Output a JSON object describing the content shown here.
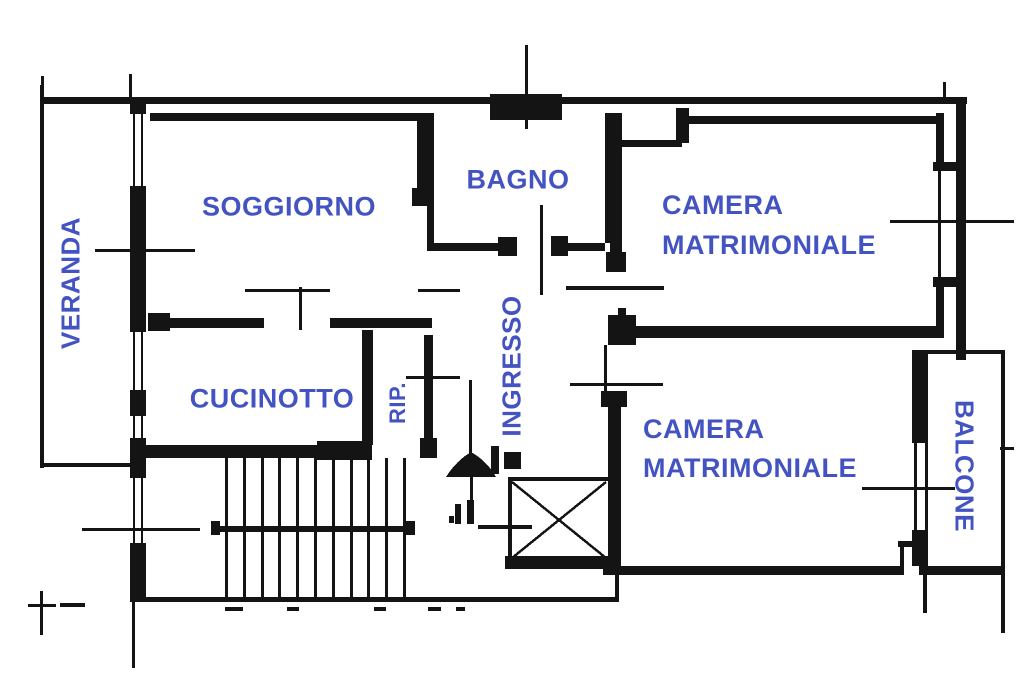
{
  "document": {
    "type": "apartment floor plan (scanned line drawing)",
    "language": "Italian"
  },
  "colors": {
    "label_blue": "#4353c2",
    "line_ink": "#141414",
    "paper": "#ffffff"
  },
  "rooms": {
    "veranda": {
      "label": "VERANDA",
      "orientation": "vertical-bottom-to-top"
    },
    "soggiorno": {
      "label": "SOGGIORNO",
      "orientation": "horizontal"
    },
    "bagno": {
      "label": "BAGNO",
      "orientation": "horizontal"
    },
    "camera_matrimoniale_1": {
      "line1": "CAMERA",
      "line2": "MATRIMONIALE",
      "orientation": "horizontal"
    },
    "cucinotto": {
      "label": "CUCINOTTO",
      "orientation": "horizontal"
    },
    "rip": {
      "label": "RIP.",
      "orientation": "vertical-bottom-to-top"
    },
    "ingresso": {
      "label": "INGRESSO",
      "orientation": "vertical-bottom-to-top"
    },
    "camera_matrimoniale_2": {
      "line1": "CAMERA",
      "line2": "MATRIMONIALE",
      "orientation": "horizontal"
    },
    "balcone": {
      "label": "BALCONE",
      "orientation": "vertical-top-to-bottom"
    }
  }
}
